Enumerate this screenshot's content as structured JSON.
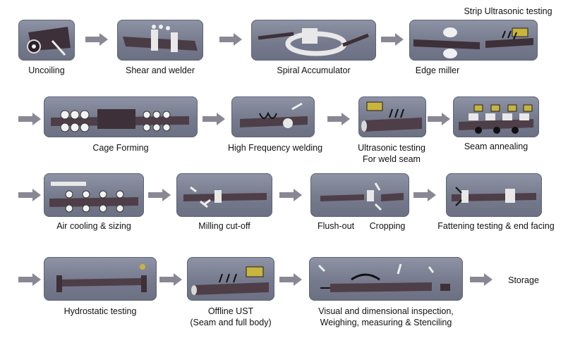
{
  "colors": {
    "arrow": "#8a8794",
    "panel": "#7e8296",
    "pipe": "#4e3e48",
    "roll": "#f2f2f2"
  },
  "steps": {
    "uncoiling": "Uncoiling",
    "shear": "Shear and welder",
    "spiral": "Spiral Accumulator",
    "edge": "Edge miller",
    "strip_ust": "Strip Ultrasonic testing",
    "cage": "Cage Forming",
    "hf": "High Frequency welding",
    "ust_weld_1": "Ultrasonic testing",
    "ust_weld_2": "For weld seam",
    "annealing": "Seam annealing",
    "air": "Air cooling & sizing",
    "milling": "Milling cut-off",
    "flush": "Flush-out",
    "cropping": "Cropping",
    "flattening": "Fattening testing & end facing",
    "hydro": "Hydrostatic testing",
    "offline_1": "Offline UST",
    "offline_2": "(Seam and full body)",
    "visual_1": "Visual and dimensional inspection,",
    "visual_2": "Weighing, measuring & Stenciling",
    "storage": "Storage"
  }
}
